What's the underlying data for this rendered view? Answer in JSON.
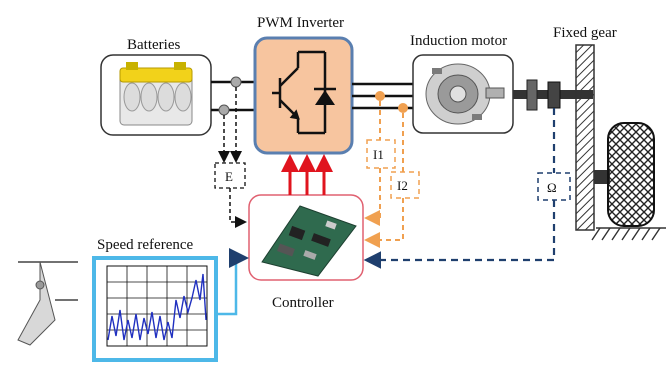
{
  "labels": {
    "batteries": "Batteries",
    "pwm_inverter": "PWM Inverter",
    "induction_motor": "Induction motor",
    "fixed_gear": "Fixed gear",
    "speed_reference": "Speed reference",
    "controller": "Controller"
  },
  "signals": {
    "voltage": "E",
    "current1": "I1",
    "current2": "I2",
    "speed": "Ω"
  },
  "colors": {
    "inverter_fill": "#f7c59f",
    "inverter_border": "#5a7fb0",
    "power_lines": "#111111",
    "pwm_arrows": "#e0141e",
    "current_sensor": "#f0a050",
    "speed_feedback": "#1f3f6e",
    "voltage_feedback": "#111111",
    "controller_border": "#e06070",
    "speed_plot_border": "#4db8e8",
    "speed_plot_trace": "#2030c0"
  },
  "icons": [
    "battery-icon",
    "igbt-icon",
    "diode-icon",
    "motor-icon",
    "gear-icon",
    "wheel-icon",
    "pedal-icon",
    "controller-board-icon",
    "speed-plot-icon",
    "ground-hatch-icon"
  ]
}
